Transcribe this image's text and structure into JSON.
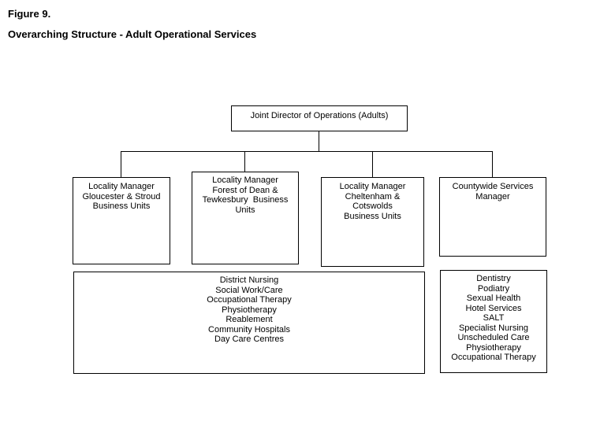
{
  "title": {
    "figure_label": "Figure 9.",
    "heading": "Overarching Structure - Adult Operational Services"
  },
  "org": {
    "root_label": "Joint Director of Operations (Adults)",
    "managers": [
      {
        "name": "locality-manager-gloucester-stroud",
        "lines": [
          "Locality Manager",
          "Gloucester & Stroud",
          "Business Units"
        ]
      },
      {
        "name": "locality-manager-forest-of-dean-tewkesbury",
        "lines": [
          "Locality Manager",
          "Forest of Dean &",
          "Tewkesbury  Business",
          "Units"
        ]
      },
      {
        "name": "locality-manager-cheltenham-cotswolds",
        "lines": [
          "Locality Manager",
          "Cheltenham &",
          "Cotswolds",
          "Business Units"
        ]
      },
      {
        "name": "countywide-services-manager",
        "lines": [
          "Countywide Services",
          "Manager"
        ]
      }
    ],
    "services_left": [
      "District Nursing",
      "Social Work/Care",
      "Occupational Therapy",
      "Physiotherapy",
      "Reablement",
      "Community Hospitals",
      "Day Care Centres"
    ],
    "services_right": [
      "Dentistry",
      "Podiatry",
      "Sexual Health",
      "Hotel Services",
      "SALT",
      "Specialist Nursing",
      "Unscheduled Care",
      "Physiotherapy",
      "Occupational Therapy"
    ]
  },
  "colors": {
    "background": "#ffffff",
    "line": "#000000",
    "text": "#000000"
  }
}
